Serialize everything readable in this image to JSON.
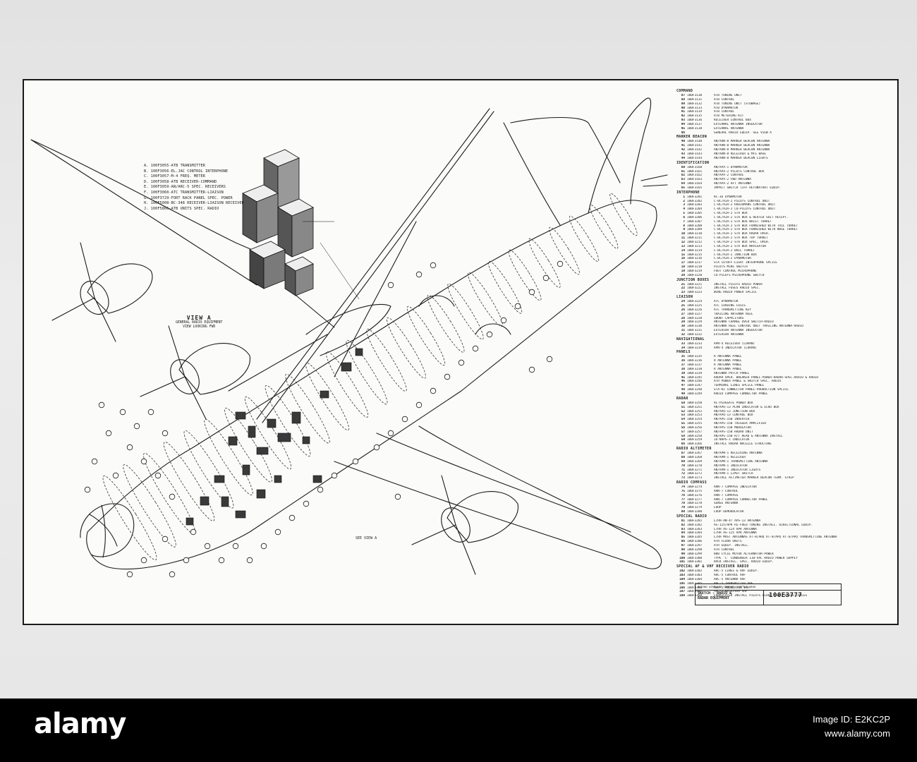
{
  "legend": [
    "A. 100F3055-ATB TRANSMITTER",
    "B. 100F3056-EL.JAC CONTROL INTERPHONE",
    "C. 100F3057-M-4 FREQ. METER",
    "D. 100F3058-ATB RECEIVER-COMMAND",
    "E. 100F3059-AN/ARC-5 SPEC. RECEIVERS",
    "F. 100F3060-ATC TRANSMITTER-LIAISON",
    "G. 100F3729-FORT RACK PANEL SPEC. POWER",
    "H. 100F5008-BC-348 RECEIVER-LIAISON RECEIVER",
    "J. 100F5866-ATB UNITS SPEC. RADIO"
  ],
  "view_a": {
    "title": "VIEW A",
    "caption_1": "GENERAL RADIO EQUIPMENT",
    "caption_2": "VIEW LOOKING FWD"
  },
  "see_view_note": "SEE VIEW A",
  "parts_list": [
    {
      "heading": "COMMAND",
      "rows": [
        {
          "n": "87",
          "code": "100F3130",
          "desc": "ATB TUNING UNIT"
        },
        {
          "n": "88",
          "code": "100F3131",
          "desc": "ATB CONTROL"
        },
        {
          "n": "89",
          "code": "100F3132",
          "desc": "ATB TUNING UNIT (STOWAGE)"
        },
        {
          "n": "90",
          "code": "100F3133",
          "desc": "ATB DYNAMOTOR"
        },
        {
          "n": "91",
          "code": "100F3134",
          "desc": "ATB CONTROL"
        },
        {
          "n": "92",
          "code": "100F3135",
          "desc": "ATB METERING KIT"
        },
        {
          "n": "93",
          "code": "100F3136",
          "desc": "RECEIVER CONTROL BOX"
        },
        {
          "n": "94",
          "code": "100F3137",
          "desc": "EXTERNAL ANTENNA INSULATOR"
        },
        {
          "n": "95",
          "code": "100F3138",
          "desc": "EXTERNAL ANTENNA"
        },
        {
          "n": "96",
          "code": "",
          "desc": "GENERAL RADIO EQUIP. SEE VIEW A"
        }
      ]
    },
    {
      "heading": "MARKER BEACON",
      "rows": [
        {
          "n": "40",
          "code": "100F3140",
          "desc": "AN/ARN-8 MARKER BEACON ANTENNA"
        },
        {
          "n": "41",
          "code": "100F3141",
          "desc": "AN/ARN-8 MARKER BEACON ANTENNA"
        },
        {
          "n": "42",
          "code": "100F3142",
          "desc": "AN/ARN-8 MARKER BEACON ANTENNA"
        },
        {
          "n": "43",
          "code": "100F3143",
          "desc": "AN/ARN-8 RECEIVER & MTG BASE"
        },
        {
          "n": "44",
          "code": "100F3144",
          "desc": "AN/ARN-8 MARKER BEACON LIGHTS"
        }
      ]
    },
    {
      "heading": "IDENTIFICATION",
      "rows": [
        {
          "n": "60",
          "code": "100F3160",
          "desc": "AN/APX-1 DYNAMOTOR"
        },
        {
          "n": "61",
          "code": "100F3161",
          "desc": "AN/APX-2 PILOTS CONTROL BOX"
        },
        {
          "n": "62",
          "code": "100F3162",
          "desc": "AN/APX-2 CONTROL"
        },
        {
          "n": "63",
          "code": "100F3163",
          "desc": "AN/APX-2 FWD ANTENNA"
        },
        {
          "n": "64",
          "code": "100F3164",
          "desc": "AN/APX-2 AFT ANTENNA"
        },
        {
          "n": "65",
          "code": "100F3165",
          "desc": "IMPACT SWITCH (IFF DETONATOR) EQUIP."
        }
      ]
    },
    {
      "heading": "INTERPHONE",
      "rows": [
        {
          "n": "1",
          "code": "100F3201",
          "desc": "RC-36 DYNAMOTOR"
        },
        {
          "n": "2",
          "code": "100F3202",
          "desc": "C-BC/AIA-2 PILOTS CONTROL UNIT"
        },
        {
          "n": "3",
          "code": "100F3203",
          "desc": "C-BC/AIA-2 RADIOMANS CONTROL UNIT"
        },
        {
          "n": "4",
          "code": "100F3204",
          "desc": "C-BC/AIA-2 CO-PILOTS CONTROL UNIT"
        },
        {
          "n": "5",
          "code": "100F3205",
          "desc": "C-BC/AIA-2 STA BOX"
        },
        {
          "n": "6",
          "code": "100F3206",
          "desc": "C-BC/AIA-2 STA BOX & HEATED SUIT RECEPT."
        },
        {
          "n": "7",
          "code": "100F3207",
          "desc": "C-BC/AIA-2 STA BOX WAIST TURRET"
        },
        {
          "n": "8",
          "code": "100F3208",
          "desc": "C-BC/AIA-2 STA BOX FURNISHED WITH TAIL TURRET"
        },
        {
          "n": "9",
          "code": "100F3209",
          "desc": "C-BC/AIA-2 STA BOX FURNISHED WITH NOSE TURRET"
        },
        {
          "n": "10",
          "code": "100F3210",
          "desc": "C-BC/AIA-2 STA BOX RADAR OPER."
        },
        {
          "n": "11",
          "code": "100F3211",
          "desc": "C-BC/AIA-2 STA BOX TOP TURRET"
        },
        {
          "n": "12",
          "code": "100F3212",
          "desc": "C-BC/AIA-2 STA BOX SPEC. OPER."
        },
        {
          "n": "13",
          "code": "100F3213",
          "desc": "C-BC/AIA-2 STA BOX NAVIGATOR"
        },
        {
          "n": "14",
          "code": "100F3214",
          "desc": "C-BC/AIA-2 BALL TURRET"
        },
        {
          "n": "15",
          "code": "100F3215",
          "desc": "C-BC/AIA-2 JUNCTION BOX"
        },
        {
          "n": "16",
          "code": "100F3216",
          "desc": "C-BC/AIA-2 DYNAMOTOR"
        },
        {
          "n": "17",
          "code": "100F3217",
          "desc": "STA CUTOFF-LIGHT INTERPHONE SPLICE"
        },
        {
          "n": "18",
          "code": "100F3218",
          "desc": "PILOTS MIKE SWITCH"
        },
        {
          "n": "19",
          "code": "100F3219",
          "desc": "FOOT CONTROL MICROPHONE"
        },
        {
          "n": "20",
          "code": "100F3220",
          "desc": "CO-PILOTS MICROPHONE SWITCH"
        }
      ]
    },
    {
      "heading": "JUNCTION BOXES",
      "rows": [
        {
          "n": "21",
          "code": "100F3221",
          "desc": "INSTALL PILOTS RADIO POWER"
        },
        {
          "n": "22",
          "code": "100F3222",
          "desc": "INSTALL FUSES RADIO SPEC."
        },
        {
          "n": "23",
          "code": "100F3223",
          "desc": "WING RADIO POWER SPLICE"
        }
      ]
    },
    {
      "heading": "LIAISON",
      "rows": [
        {
          "n": "24",
          "code": "100F3224",
          "desc": "ATC DYNAMOTOR"
        },
        {
          "n": "25",
          "code": "100F3225",
          "desc": "ATC LOADING COILS"
        },
        {
          "n": "26",
          "code": "100F3226",
          "desc": "ATC TRANSMITTING KEY"
        },
        {
          "n": "27",
          "code": "100F3227",
          "desc": "TRAILING ANTENNA REEL"
        },
        {
          "n": "28",
          "code": "100F3228",
          "desc": "SHUNT CAPACITORS"
        },
        {
          "n": "29",
          "code": "100F3229",
          "desc": "ANTENNA CHANGE OVER SWITCH-RADIO"
        },
        {
          "n": "30",
          "code": "100F3230",
          "desc": "ANTENNA REEL CONTROL UNIT TRAILING ANTENNA-RADIO"
        },
        {
          "n": "31",
          "code": "100F3231",
          "desc": "EXTERIOR ANTENNA INSULATOR"
        },
        {
          "n": "32",
          "code": "100F3232",
          "desc": "EXTERIOR ANTENNA"
        }
      ]
    },
    {
      "heading": "NAVIGATIONAL",
      "rows": [
        {
          "n": "33",
          "code": "100F3233",
          "desc": "APN-4 RECEIVER (LORAN)"
        },
        {
          "n": "34",
          "code": "100F3234",
          "desc": "APN-4 INDICATOR (LORAN)"
        }
      ]
    },
    {
      "heading": "PANELS",
      "rows": [
        {
          "n": "35",
          "code": "100F3235",
          "desc": "R ANTENNA PANEL"
        },
        {
          "n": "36",
          "code": "100F3236",
          "desc": "R ANTENNA PANEL"
        },
        {
          "n": "37",
          "code": "100F3237",
          "desc": "R ANTENNA PANEL"
        },
        {
          "n": "38",
          "code": "100F3238",
          "desc": "R ANTENNA PANEL"
        },
        {
          "n": "39",
          "code": "100F3239",
          "desc": "ANTENNA PATCH PANEL"
        },
        {
          "n": "45",
          "code": "100F3245",
          "desc": "RADAR OPER. BREAKER PANEL-POWER-RADAR-SPEC.RADIO & RADIO"
        },
        {
          "n": "46",
          "code": "100F3246",
          "desc": "ATR POWER PANEL & SWITCH SPEC. RADIO"
        },
        {
          "n": "47",
          "code": "100F3247",
          "desc": "TERMINAL LINES SPLICE PANEL"
        },
        {
          "n": "48",
          "code": "100F3248",
          "desc": "STA-KI CONNECTOR PANEL-PRODUCTION SPLICE"
        },
        {
          "n": "49",
          "code": "100F3249",
          "desc": "RADIO COMPASS CONNECTOR PANEL"
        }
      ]
    },
    {
      "heading": "RADAR",
      "rows": [
        {
          "n": "50",
          "code": "100F3250",
          "desc": "AC-PLUGGATE POWER BOX"
        },
        {
          "n": "51",
          "code": "100F3251",
          "desc": "AN/APQ-13 PLAN INDICATOR & ECHO BOX"
        },
        {
          "n": "52",
          "code": "100F3252",
          "desc": "AN/APQ-13 JUNCTION BOX"
        },
        {
          "n": "53",
          "code": "100F3253",
          "desc": "AN/APQ-13 CONTROL BOX"
        },
        {
          "n": "54",
          "code": "100F3254",
          "desc": "AN/APS-15B INVERTER"
        },
        {
          "n": "55",
          "code": "100F3255",
          "desc": "AN/APS-15B TRIGGER AMPLIFIER"
        },
        {
          "n": "56",
          "code": "100F3256",
          "desc": "AN/APS-15B MODULATOR"
        },
        {
          "n": "57",
          "code": "100F3257",
          "desc": "AN/APS-15B RADAR UNIT"
        },
        {
          "n": "58",
          "code": "100F3258",
          "desc": "AN/APS-15B R/T HEAD & ANTENNA INSTALL"
        },
        {
          "n": "59",
          "code": "100F3259",
          "desc": "IO-NAPS-1 INDICATOR"
        },
        {
          "n": "66",
          "code": "100F3266",
          "desc": "INSTALL RADAR NACELLE STRUCTURE"
        }
      ]
    },
    {
      "heading": "RADIO ALTIMETER",
      "rows": [
        {
          "n": "67",
          "code": "100F3267",
          "desc": "AN/APN-1 RECEIVING ANTENNA"
        },
        {
          "n": "68",
          "code": "100F3268",
          "desc": "AN/APN-1 RECEIVER"
        },
        {
          "n": "69",
          "code": "100F3269",
          "desc": "AN/APN-1 TRANSMITTING ANTENNA"
        },
        {
          "n": "70",
          "code": "100F3270",
          "desc": "AN/APN-1 INDICATOR"
        },
        {
          "n": "71",
          "code": "100F3271",
          "desc": "AN/APN-1 INDICATOR LIGHTS"
        },
        {
          "n": "72",
          "code": "100F3272",
          "desc": "AN/APN-1 LIMIT SWITCH"
        },
        {
          "n": "73",
          "code": "100F3273",
          "desc": "INSTALL ALTIMETER MARKER BEACON TERM. STRIP"
        }
      ]
    },
    {
      "heading": "RADIO COMPASS",
      "rows": [
        {
          "n": "74",
          "code": "100F3274",
          "desc": "ARN-7 COMPASS INDICATOR"
        },
        {
          "n": "75",
          "code": "100F3275",
          "desc": "ARN-7 CONTROL"
        },
        {
          "n": "76",
          "code": "100F3276",
          "desc": "ARN-7 COMPASS"
        },
        {
          "n": "77",
          "code": "100F3277",
          "desc": "ARN-7 COMPASS CONNECTOR PANEL"
        },
        {
          "n": "78",
          "code": "100F3278",
          "desc": "SENSE ANTENNA"
        },
        {
          "n": "79",
          "code": "100F3279",
          "desc": "LOOP"
        },
        {
          "n": "80",
          "code": "100F3280",
          "desc": "LOOP DEMODULATOR"
        }
      ]
    },
    {
      "heading": "SPECIAL RADIO",
      "rows": [
        {
          "n": "81",
          "code": "100F3281",
          "desc": "L/RH-AN-47 APS-13 ANTENNA"
        },
        {
          "n": "82",
          "code": "100F3282",
          "desc": "AS-125/APR HI-FREQ TUNING INSTALL. DIRECTIONAL EQUIP."
        },
        {
          "n": "83",
          "code": "100F3283",
          "desc": "L/RH AS-124 APR ANTENNA"
        },
        {
          "n": "84",
          "code": "100F3284",
          "desc": "L/RH AS-125 APR ANTENNA"
        },
        {
          "n": "85",
          "code": "100F3285",
          "desc": "L/RH MAST ANTENNAS AT-8/ARQ AT-8/APQ AT-6/APQ TRANSMITTING ANTENNA"
        },
        {
          "n": "86",
          "code": "100F3286",
          "desc": "ATR FLOOR UNITS"
        },
        {
          "n": "97",
          "code": "100F3297",
          "desc": "ATR EQUIP. INSTALL."
        },
        {
          "n": "98",
          "code": "100F3298",
          "desc": "ATR CONTROL"
        },
        {
          "n": "99",
          "code": "100F3299",
          "desc": "800 CYCLE MOTOR ALTERNATOR-POWER"
        },
        {
          "n": "100",
          "code": "100F3300",
          "desc": "TYPE 'C' CONDENSER 110-VAC RADIO POWER SUPPLY"
        },
        {
          "n": "101",
          "code": "100F3301",
          "desc": "RACK INSTALL. SPEC. RADIO EQUIP."
        }
      ]
    },
    {
      "heading": "SPECIAL AF & VHF RECEIVER RADIO",
      "rows": [
        {
          "n": "102",
          "code": "100F3302",
          "desc": "ARC-5 LINES & VHF EQUIP."
        },
        {
          "n": "103",
          "code": "100F3303",
          "desc": "ARC-5 CONTROL VHF"
        },
        {
          "n": "104",
          "code": "100F3304",
          "desc": "ARC-5 ANTENNA VHF"
        },
        {
          "n": "105",
          "code": "100F3305",
          "desc": "ARC-5 TRANSMITTER VHF"
        },
        {
          "n": "106",
          "code": "100F3306",
          "desc": "ARC-5 MODULATOR VHF"
        },
        {
          "n": "107",
          "code": "100F3307",
          "desc": "ARC-5 RECEIVER VHF"
        },
        {
          "n": "108",
          "code": "100F3308",
          "desc": "FABRICATED INSTALL PILOTS FLOOR (RAU) RADIO CABLES"
        }
      ]
    }
  ],
  "title_block": {
    "header": "BOEING AIRPLANE COMPANY SEATTLE WASH",
    "title_1": "SKETCH - RADIO &",
    "title_2": "RADAR EQUIPMENT",
    "drawing_number": "100E3777"
  },
  "watermark": {
    "wordmark": "alamy",
    "line_1": "Image ID: E2KC2P",
    "line_2": "www.alamy.com"
  },
  "colors": {
    "ink": "#1b1b1b",
    "paper": "#fbfbfa",
    "footer": "#000000"
  }
}
